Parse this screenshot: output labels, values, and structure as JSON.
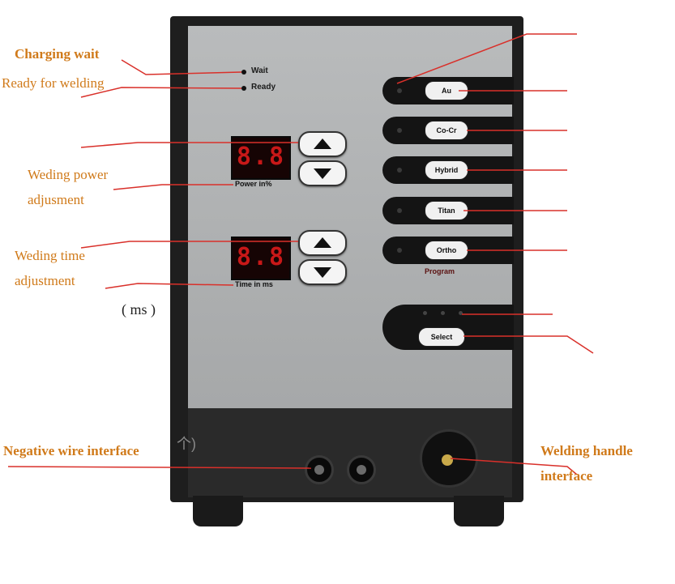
{
  "annotations": {
    "charging_wait": "Charging wait",
    "ready_for_welding": "Ready for welding",
    "power_line1": "Weding power",
    "power_line2": "adjusment",
    "time_line1": "Weding time",
    "time_line2": "adjustment",
    "time_unit": "( ms )",
    "negative_wire": "Negative wire interface",
    "handle_line1": "Welding handle",
    "handle_line2": "interface"
  },
  "panel": {
    "wait_label": "Wait",
    "ready_label": "Ready",
    "power_display": "8.8",
    "power_label": "Power in%",
    "time_display": "8.8",
    "time_label": "Time in ms",
    "programs": [
      "Au",
      "Co-Cr",
      "Hybrid",
      "Titan",
      "Ortho"
    ],
    "program_label": "Program",
    "select_label": "Select"
  },
  "faint_text": "个)",
  "colors": {
    "annotation": "#d07a1a",
    "leader_line": "#d9302a",
    "display_digits": "#c81818"
  }
}
